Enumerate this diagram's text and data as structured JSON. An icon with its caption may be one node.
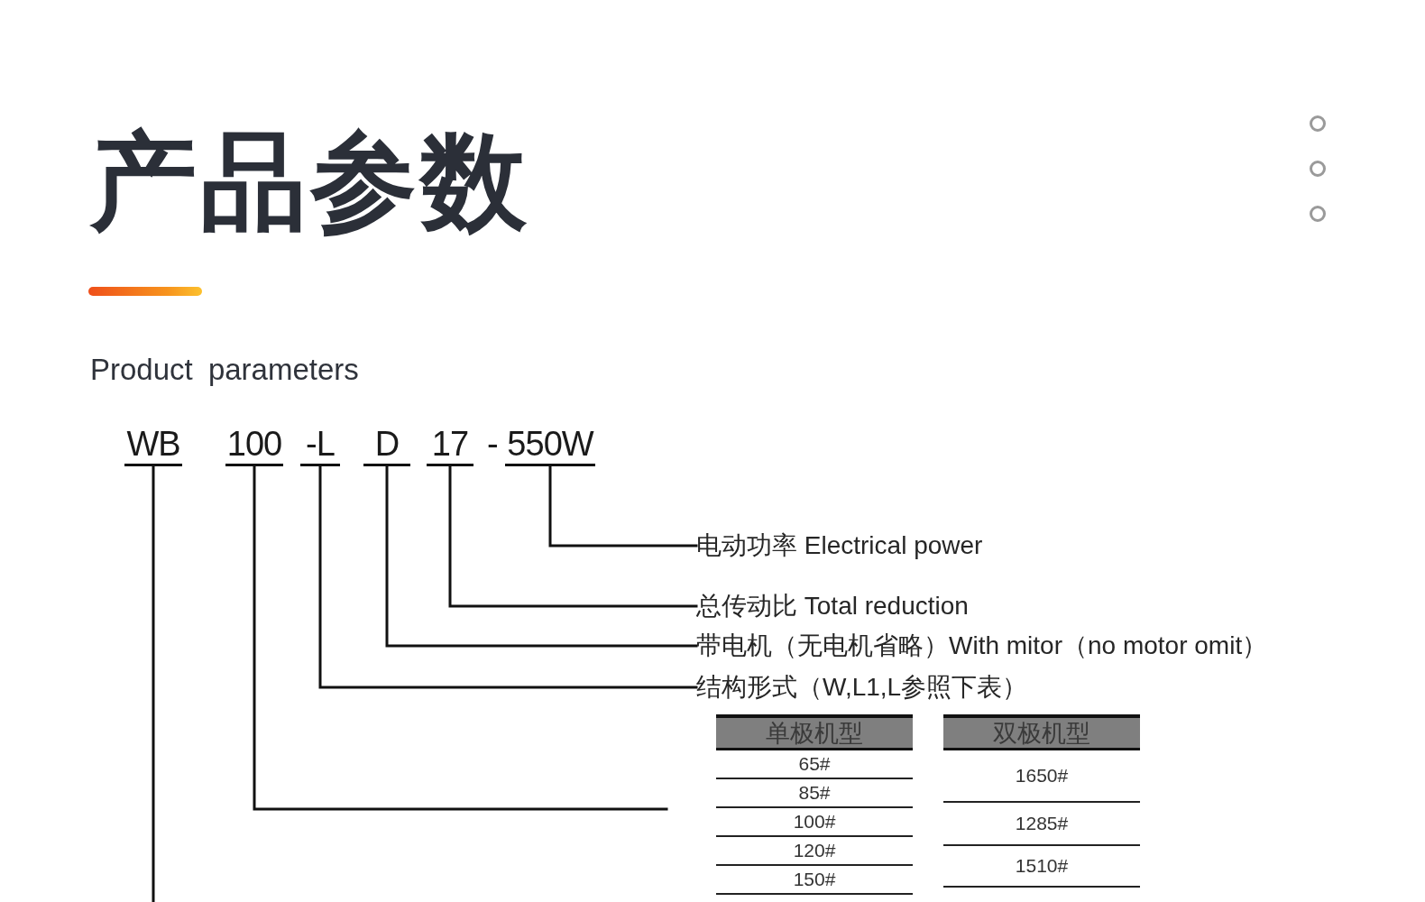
{
  "diagram": {
    "title": "产品参数",
    "nodes": [
      {
        "text": [
          "WB"
        ]
      },
      {
        "text": [
          "100"
        ]
      },
      {
        "text": [
          "-L"
        ]
      },
      {
        "text": [
          "D"
        ]
      },
      {
        "text": [
          "17"
        ]
      },
      {
        "text": [
          "550W"
        ]
      },
      {
        "text": [
          "电动功率 Electrical power"
        ]
      },
      {
        "text": [
          "总传动比 Total reduction"
        ]
      },
      {
        "text": [
          "带电机（无电机省略）With mitor（no motor omit）"
        ]
      },
      {
        "text": [
          "结构形式（W,L1,L参照下表）"
        ]
      }
    ],
    "edges": [
      {
        "from": 5,
        "to": 6,
        "arrow": "none"
      },
      {
        "from": 4,
        "to": 7,
        "arrow": "none"
      },
      {
        "from": 3,
        "to": 8,
        "arrow": "none"
      },
      {
        "from": 2,
        "to": 9,
        "arrow": "none"
      },
      {
        "from": 1,
        "to": null,
        "arrow": "none"
      },
      {
        "from": 0,
        "to": null,
        "arrow": "none"
      }
    ],
    "labels": [
      "Product parameters",
      "-",
      "单极机型",
      "65#",
      "85#",
      "100#",
      "120#",
      "150#",
      "双极机型",
      "1650#",
      "1285#",
      "1510#"
    ]
  }
}
